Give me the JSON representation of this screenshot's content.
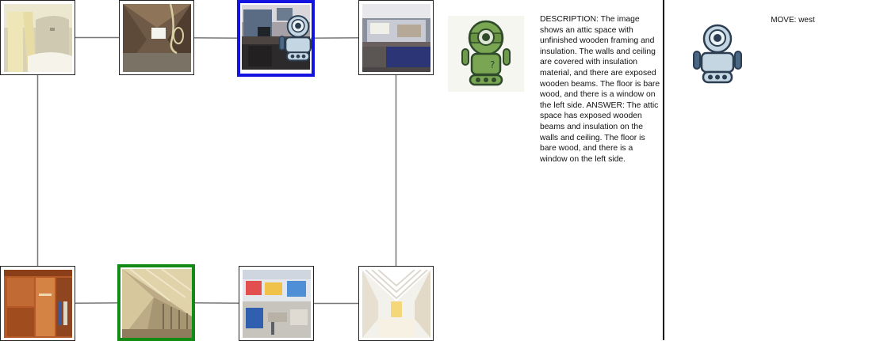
{
  "graph": {
    "nodes": [
      {
        "id": "bathroom",
        "scene": "bathroom",
        "state": "default"
      },
      {
        "id": "attic-rope",
        "scene": "attic-with-rope",
        "state": "default"
      },
      {
        "id": "office",
        "scene": "office-cubicle",
        "state": "current"
      },
      {
        "id": "kitchen",
        "scene": "kitchen-counter",
        "state": "default"
      },
      {
        "id": "closet",
        "scene": "wooden-closet",
        "state": "default"
      },
      {
        "id": "attic-insulation",
        "scene": "attic-insulation",
        "state": "target"
      },
      {
        "id": "classroom",
        "scene": "classroom",
        "state": "default"
      },
      {
        "id": "attic-bright",
        "scene": "white-attic-room",
        "state": "default"
      }
    ],
    "edges": [
      [
        "bathroom",
        "attic-rope"
      ],
      [
        "attic-rope",
        "office"
      ],
      [
        "office",
        "kitchen"
      ],
      [
        "bathroom",
        "closet"
      ],
      [
        "kitchen",
        "attic-bright"
      ],
      [
        "closet",
        "attic-insulation"
      ],
      [
        "attic-insulation",
        "classroom"
      ],
      [
        "classroom",
        "attic-bright"
      ]
    ],
    "colors": {
      "current": "#1414e0",
      "target": "#138a13",
      "edge": "#777777"
    }
  },
  "agent": {
    "icon": "green-robot-icon",
    "description": "DESCRIPTION: The image shows an attic space with unfinished wooden framing and insulation. The walls and ceiling are covered with insulation material, and there are exposed wooden beams. The floor is bare wood, and there is a window on the left side. ANSWER: The attic space has exposed wooden beams and insulation on the walls and ceiling. The floor is bare wood, and there is a window on the left side."
  },
  "move": {
    "label": "MOVE: west",
    "icon": "blue-robot-icon"
  }
}
